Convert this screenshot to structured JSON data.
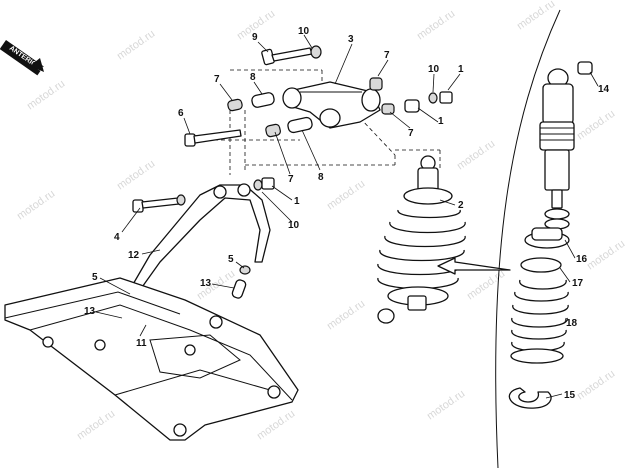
{
  "diagram": {
    "arrow_label": "ANTERIORE",
    "watermark": "motod.ru",
    "callouts": {
      "c1a": "1",
      "c1b": "1",
      "c1c": "1",
      "c2": "2",
      "c3": "3",
      "c4": "4",
      "c5": "5",
      "c6": "6",
      "c7a": "7",
      "c7b": "7",
      "c7c": "7",
      "c7d": "7",
      "c8a": "8",
      "c8b": "8",
      "c9": "9",
      "c10a": "10",
      "c10b": "10",
      "c10c": "10",
      "c11": "11",
      "c12": "12",
      "c13a": "13",
      "c13b": "13",
      "c14": "14",
      "c15": "15",
      "c16": "16",
      "c17": "17",
      "c18": "18"
    }
  }
}
